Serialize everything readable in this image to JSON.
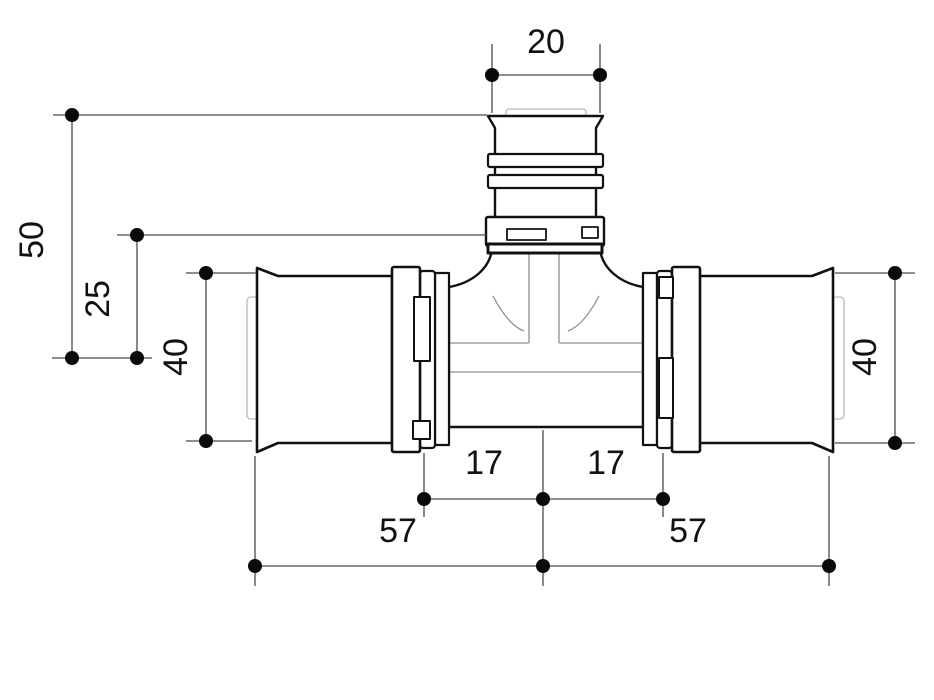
{
  "drawing": {
    "type": "technical dimension drawing",
    "subject": "press-fit tee pipe fitting, front elevation",
    "colors": {
      "outline": "#111111",
      "dimension_line": "#4a4a4a",
      "dimension_dot": "#0a0a0a",
      "inner_detail": "#8f8f8f",
      "light_detail": "#c6c6c6",
      "background": "#ffffff"
    },
    "dimensions": {
      "top_width": "20",
      "left_overall_height": "50",
      "left_mid_height": "25",
      "left_diameter": "40",
      "right_diameter": "40",
      "bottom_inner_left": "17",
      "bottom_inner_right": "17",
      "bottom_outer_left": "57",
      "bottom_outer_right": "57"
    }
  }
}
